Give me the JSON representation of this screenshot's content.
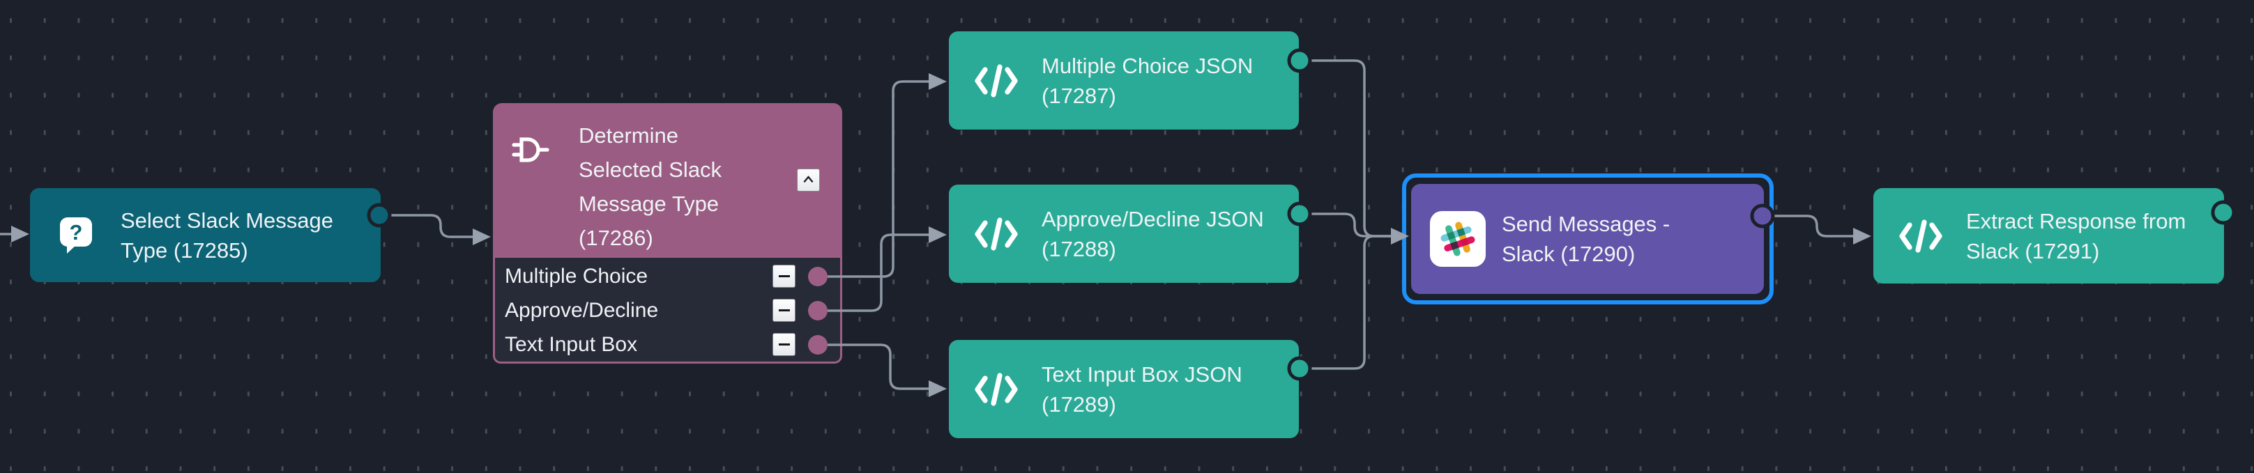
{
  "canvas": {
    "background_color": "#1b202a",
    "grid_dot_color": "#474d57",
    "wire_color": "#8e97a4",
    "selection_color": "#1e90fb"
  },
  "nodes": {
    "select_message_type": {
      "title": "Select Slack Message Type (17285)",
      "color": "#0c6375",
      "icon": "question-bubble-icon"
    },
    "determine_type": {
      "title": "Determine Selected Slack Message Type (17286)",
      "color": "#9a5c82",
      "icon": "plug-icon",
      "outputs": [
        {
          "label": "Multiple Choice"
        },
        {
          "label": "Approve/Decline"
        },
        {
          "label": "Text Input Box"
        }
      ]
    },
    "multiple_choice_json": {
      "title": "Multiple Choice JSON (17287)",
      "color": "#2aab97",
      "icon": "code-icon"
    },
    "approve_decline_json": {
      "title": "Approve/Decline JSON (17288)",
      "color": "#2aab97",
      "icon": "code-icon"
    },
    "text_input_box_json": {
      "title": "Text Input Box JSON (17289)",
      "color": "#2aab97",
      "icon": "code-icon"
    },
    "send_messages_slack": {
      "title": "Send Messages - Slack (17290)",
      "color": "#6254a8",
      "icon": "slack-icon",
      "selected": true
    },
    "extract_response": {
      "title": "Extract Response from Slack (17291)",
      "color": "#2aab97",
      "icon": "code-icon"
    }
  },
  "connections": [
    {
      "from": "offscreen-left",
      "to": "select_message_type"
    },
    {
      "from": "select_message_type",
      "to": "determine_type"
    },
    {
      "from": "determine_type:Multiple Choice",
      "to": "multiple_choice_json"
    },
    {
      "from": "determine_type:Approve/Decline",
      "to": "approve_decline_json"
    },
    {
      "from": "determine_type:Text Input Box",
      "to": "text_input_box_json"
    },
    {
      "from": "multiple_choice_json",
      "to": "send_messages_slack"
    },
    {
      "from": "approve_decline_json",
      "to": "send_messages_slack"
    },
    {
      "from": "text_input_box_json",
      "to": "send_messages_slack"
    },
    {
      "from": "send_messages_slack",
      "to": "extract_response"
    }
  ]
}
